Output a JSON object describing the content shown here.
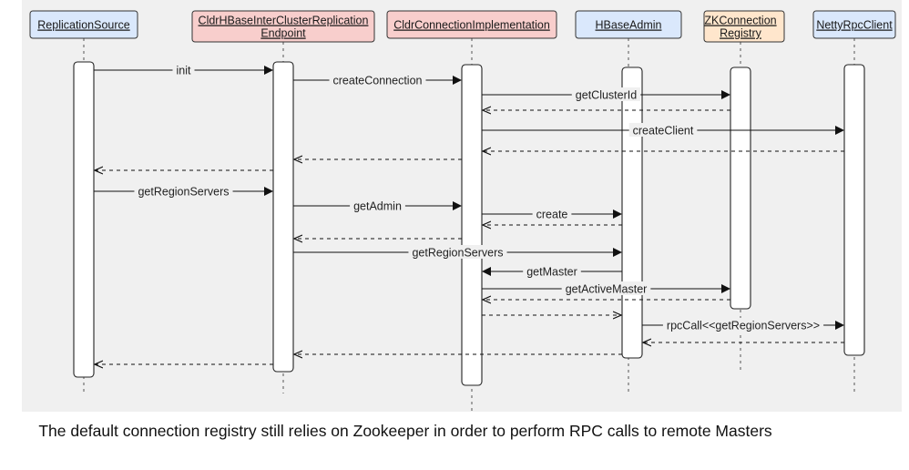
{
  "participants": [
    {
      "id": "rs",
      "lines": [
        "ReplicationSource"
      ],
      "color": "#dae8fc"
    },
    {
      "id": "ep",
      "lines": [
        "CldrHBaseInterClusterReplication",
        "Endpoint"
      ],
      "color": "#f8cecc"
    },
    {
      "id": "ci",
      "lines": [
        "CldrConnectionImplementation"
      ],
      "color": "#f8cecc"
    },
    {
      "id": "ha",
      "lines": [
        "HBaseAdmin"
      ],
      "color": "#dae8fc"
    },
    {
      "id": "zk",
      "lines": [
        "ZKConnection",
        "Registry"
      ],
      "color": "#ffe6cc"
    },
    {
      "id": "nr",
      "lines": [
        "NettyRpcClient"
      ],
      "color": "#dae8fc"
    }
  ],
  "messages": [
    {
      "from": "rs",
      "to": "ep",
      "label": "init",
      "style": "solid"
    },
    {
      "from": "ep",
      "to": "ci",
      "label": "createConnection",
      "style": "solid"
    },
    {
      "from": "ci",
      "to": "zk",
      "label": "getClusterId",
      "style": "solid"
    },
    {
      "from": "zk",
      "to": "ci",
      "label": "",
      "style": "dashed"
    },
    {
      "from": "ci",
      "to": "nr",
      "label": "createClient",
      "style": "solid"
    },
    {
      "from": "nr",
      "to": "ci",
      "label": "",
      "style": "dashed"
    },
    {
      "from": "ci",
      "to": "ep",
      "label": "",
      "style": "dashed"
    },
    {
      "from": "ep",
      "to": "rs",
      "label": "",
      "style": "dashed"
    },
    {
      "from": "rs",
      "to": "ep",
      "label": "getRegionServers",
      "style": "solid"
    },
    {
      "from": "ep",
      "to": "ci",
      "label": "getAdmin",
      "style": "solid"
    },
    {
      "from": "ci",
      "to": "ha",
      "label": "create",
      "style": "solid"
    },
    {
      "from": "ha",
      "to": "ci",
      "label": "",
      "style": "dashed"
    },
    {
      "from": "ci",
      "to": "ep",
      "label": "",
      "style": "dashed"
    },
    {
      "from": "ep",
      "to": "ha",
      "label": "getRegionServers",
      "style": "solid"
    },
    {
      "from": "ha",
      "to": "ci",
      "label": "getMaster",
      "style": "solid"
    },
    {
      "from": "ci",
      "to": "zk",
      "label": "getActiveMaster",
      "style": "solid"
    },
    {
      "from": "zk",
      "to": "ci",
      "label": "",
      "style": "dashed"
    },
    {
      "from": "ci",
      "to": "ha",
      "label": "",
      "style": "dashed"
    },
    {
      "from": "ha",
      "to": "nr",
      "label": "rpcCall<<getRegionServers>>",
      "style": "solid"
    },
    {
      "from": "nr",
      "to": "ha",
      "label": "",
      "style": "dashed"
    },
    {
      "from": "ha",
      "to": "ep",
      "label": "",
      "style": "dashed"
    },
    {
      "from": "ep",
      "to": "rs",
      "label": "",
      "style": "dashed"
    }
  ],
  "caption": "The default connection registry still relies on Zookeeper in order to perform RPC calls to remote Masters"
}
